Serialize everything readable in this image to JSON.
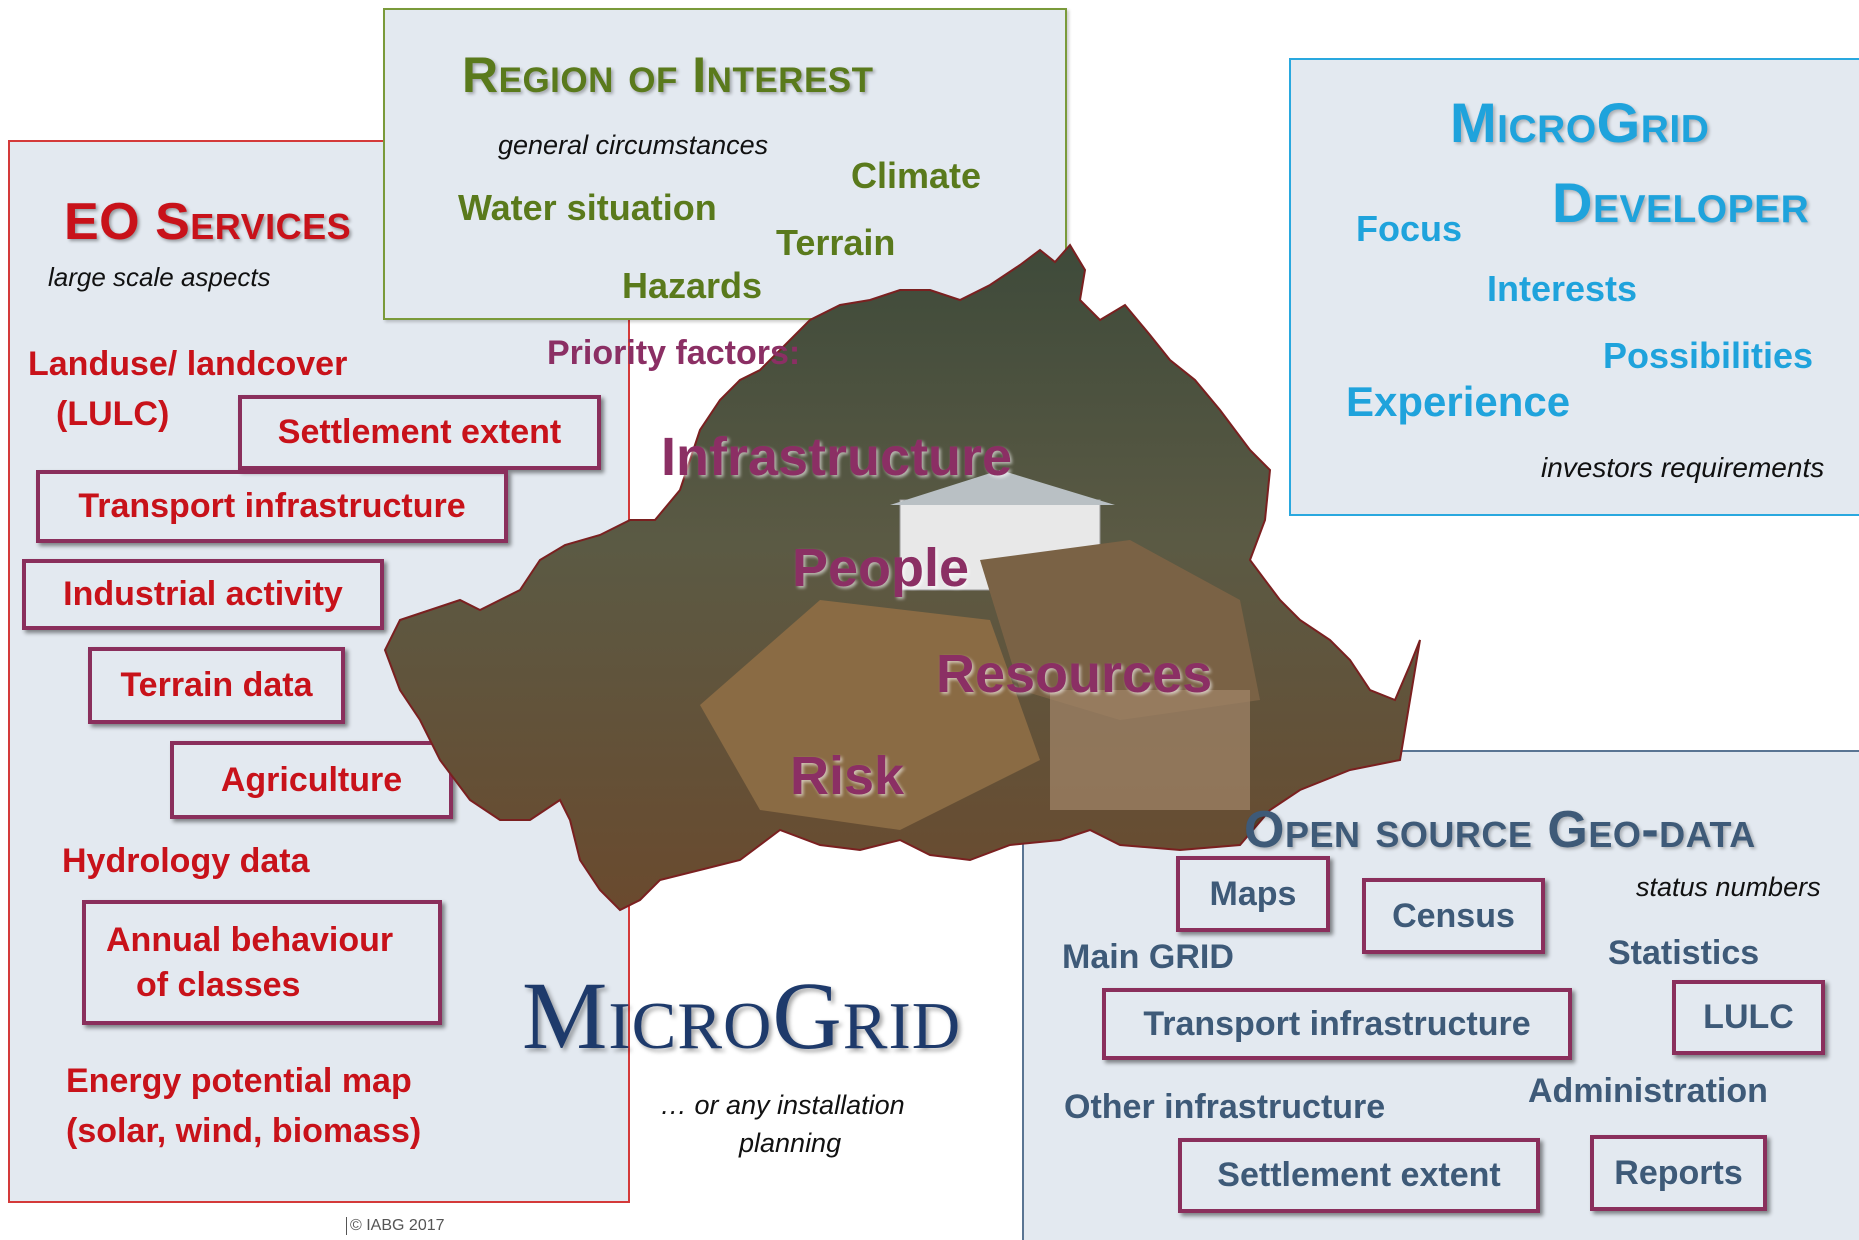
{
  "colors": {
    "eo_red": "#c8121a",
    "region_green": "#5a7a1c",
    "micro_blue": "#1fa3dc",
    "opensource_blue": "#3e5a78",
    "priority_purple": "#8b2f64",
    "box_border": "#8a2f5c",
    "logo_navy": "#1e3a6b"
  },
  "eo_services": {
    "title": "EO Services",
    "subtitle": "large scale aspects",
    "landuse_line1": "Landuse/ landcover",
    "landuse_line2": "(LULC)",
    "settlement": "Settlement extent",
    "transport": "Transport infrastructure",
    "industrial": "Industrial activity",
    "terrain": "Terrain data",
    "agriculture": "Agriculture",
    "hydrology": "Hydrology data",
    "annual_line1": "Annual behaviour",
    "annual_line2": "of classes",
    "energy_line1": "Energy potential map",
    "energy_line2": "(solar, wind, biomass)"
  },
  "region": {
    "title": "Region of Interest",
    "subtitle": "general circumstances",
    "climate": "Climate",
    "water": "Water situation",
    "terrain": "Terrain",
    "hazards": "Hazards"
  },
  "developer": {
    "title_line1": "MicroGrid",
    "title_line2": "Developer",
    "focus": "Focus",
    "interests": "Interests",
    "possibilities": "Possibilities",
    "experience": "Experience",
    "requirements": "investors requirements"
  },
  "center": {
    "priority": "Priority factors:",
    "infrastructure": "Infrastructure",
    "people": "People",
    "resources": "Resources",
    "risk": "Risk",
    "logo": "MicroGrid",
    "note_line1": "… or any installation",
    "note_line2": "planning",
    "copyright": "© IABG 2017"
  },
  "opensource": {
    "title": "Open source Geo-data",
    "maps": "Maps",
    "census": "Census",
    "status": "status numbers",
    "main_grid": "Main GRID",
    "statistics": "Statistics",
    "transport": "Transport infrastructure",
    "lulc": "LULC",
    "administration": "Administration",
    "other_infra": "Other infrastructure",
    "settlement": "Settlement extent",
    "reports": "Reports"
  }
}
